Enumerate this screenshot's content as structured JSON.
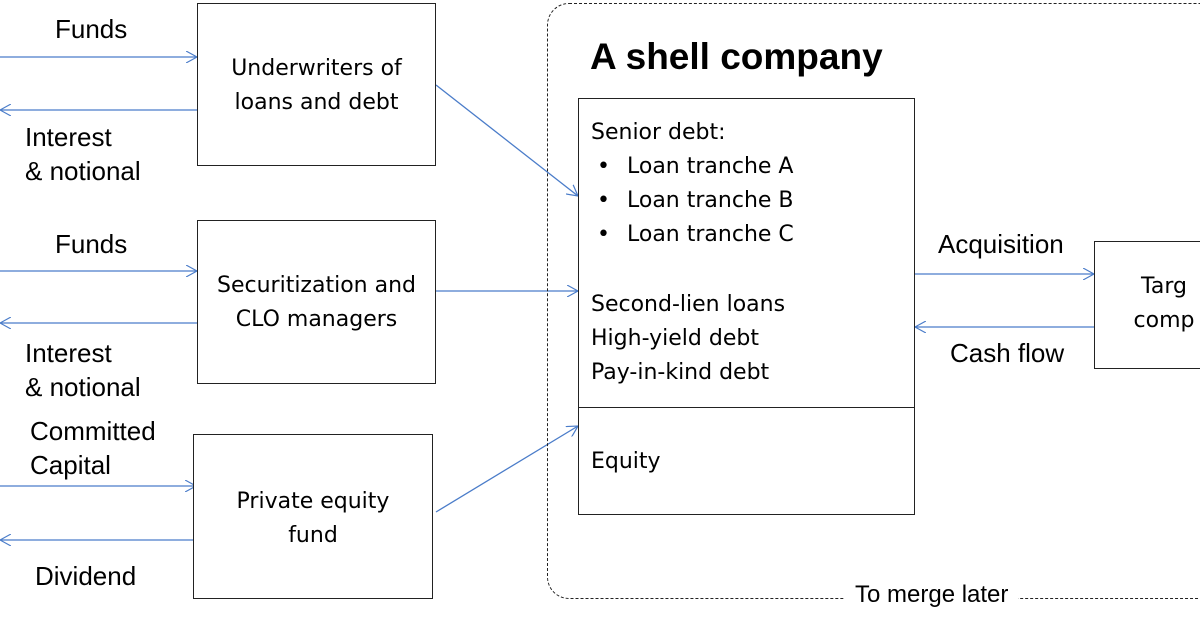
{
  "left_flows": {
    "funds_1": "Funds",
    "interest_1": "Interest",
    "notional_1": "& notional",
    "funds_2": "Funds",
    "interest_2": "Interest",
    "notional_2": "& notional",
    "committed_1": "Committed",
    "committed_2": "Capital",
    "dividend": "Dividend"
  },
  "sources": {
    "underwriters_l1": "Underwriters of",
    "underwriters_l2": "loans and debt",
    "securitization_l1": "Securitization and",
    "securitization_l2": "CLO managers",
    "pe_l1": "Private equity",
    "pe_l2": "fund"
  },
  "shell": {
    "title": "A shell company",
    "senior_heading": "Senior debt:",
    "tranches": [
      "Loan tranche A",
      "Loan tranche B",
      "Loan tranche C"
    ],
    "junior": [
      "Second-lien loans",
      "High-yield debt",
      "Pay-in-kind debt"
    ],
    "equity": "Equity",
    "merge_note": "To merge later"
  },
  "right_flows": {
    "acquisition": "Acquisition",
    "cash_flow": "Cash flow"
  },
  "target": {
    "line1": "Targ",
    "line2": "comp"
  }
}
